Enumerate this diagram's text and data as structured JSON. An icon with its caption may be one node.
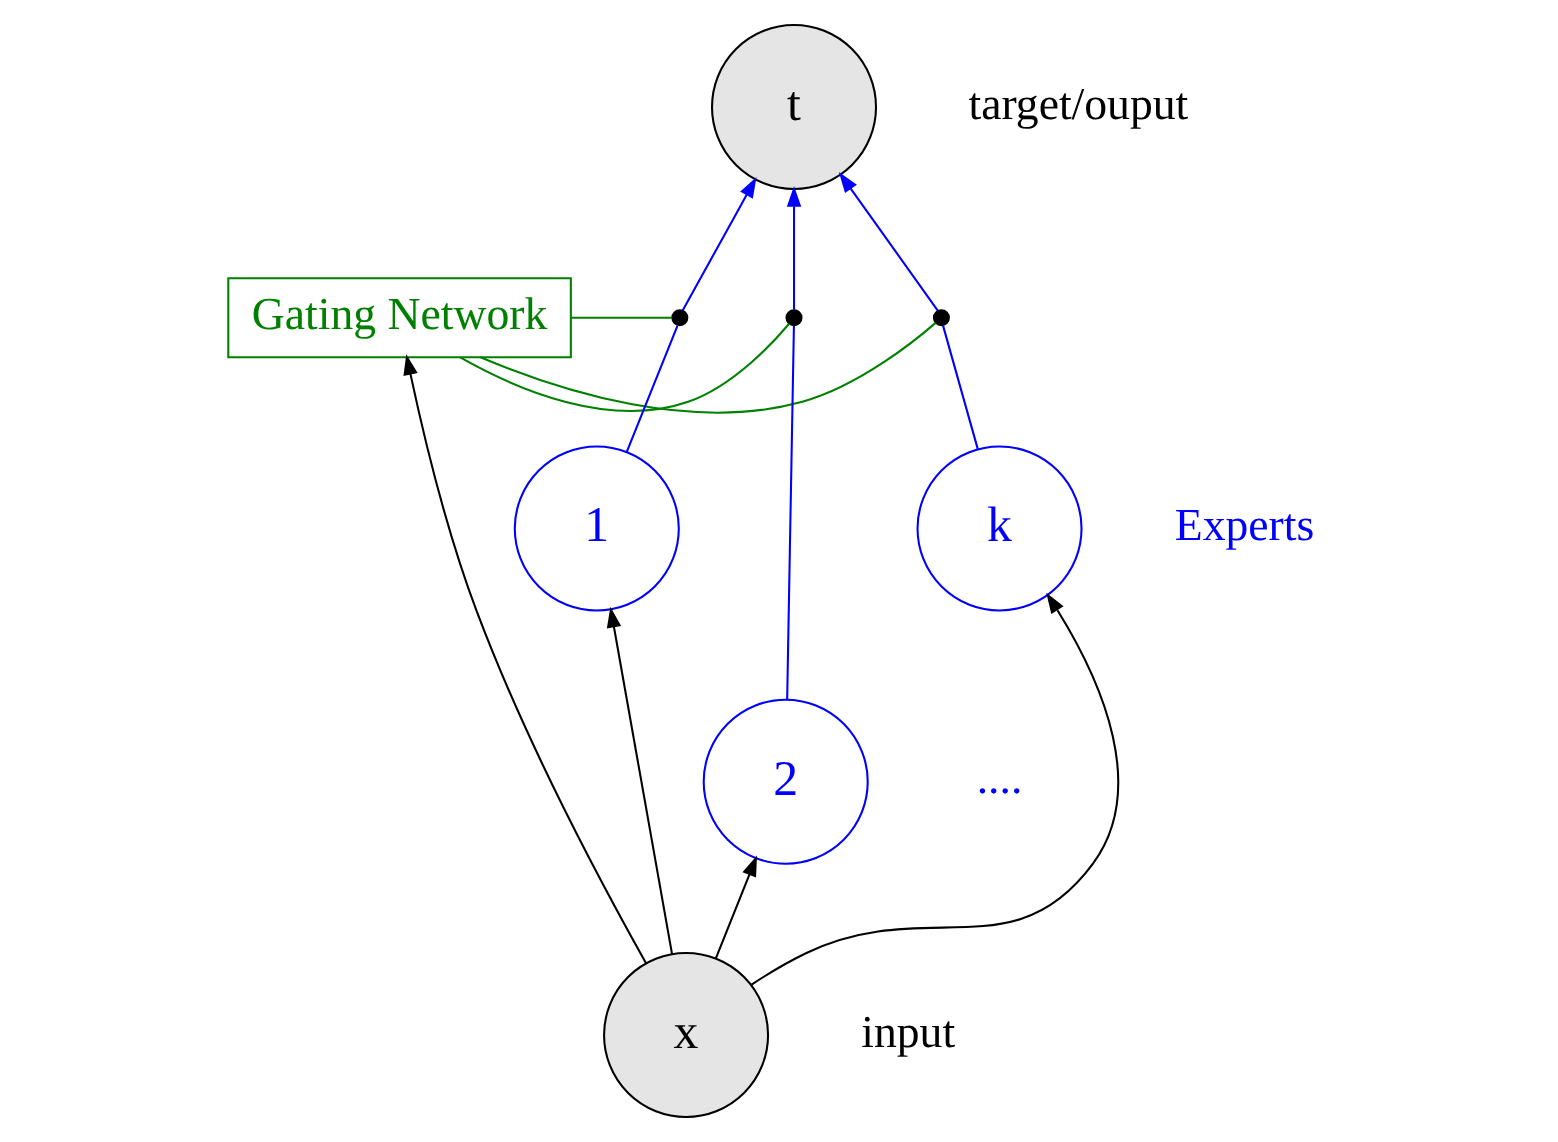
{
  "diagram": {
    "nodes": [
      {
        "text": [
          "t"
        ]
      },
      {
        "text": [
          "Gating Network"
        ]
      },
      {
        "text": [],
        "shape": "circle"
      },
      {
        "text": [],
        "shape": "circle"
      },
      {
        "text": [],
        "shape": "circle"
      },
      {
        "text": [
          "1"
        ]
      },
      {
        "text": [
          "2"
        ]
      },
      {
        "text": [
          "k"
        ]
      },
      {
        "text": [
          "x"
        ]
      }
    ],
    "edges": [
      {
        "from": 8,
        "to": 5,
        "arrow": "to",
        "color": "#000000"
      },
      {
        "from": 8,
        "to": 6,
        "arrow": "to",
        "color": "#000000"
      },
      {
        "from": 8,
        "to": 7,
        "arrow": "to",
        "color": "#000000"
      },
      {
        "from": 8,
        "to": 1,
        "arrow": "to",
        "color": "#000000"
      },
      {
        "from": 5,
        "to": 2,
        "arrow": "none",
        "color": "#0000ff"
      },
      {
        "from": 2,
        "to": 0,
        "arrow": "to",
        "color": "#0000ff"
      },
      {
        "from": 6,
        "to": 3,
        "arrow": "none",
        "color": "#0000ff"
      },
      {
        "from": 3,
        "to": 0,
        "arrow": "to",
        "color": "#0000ff"
      },
      {
        "from": 7,
        "to": 4,
        "arrow": "none",
        "color": "#0000ff"
      },
      {
        "from": 4,
        "to": 0,
        "arrow": "to",
        "color": "#0000ff"
      },
      {
        "from": 1,
        "to": 4,
        "arrow": "none",
        "color": "#008000"
      },
      {
        "from": 1,
        "to": 3,
        "arrow": "none",
        "color": "#008000"
      },
      {
        "from": 1,
        "to": 2,
        "arrow": "none",
        "color": "#008000"
      }
    ],
    "labels": [
      "target/ouput",
      "....",
      "Experts",
      "input"
    ]
  }
}
